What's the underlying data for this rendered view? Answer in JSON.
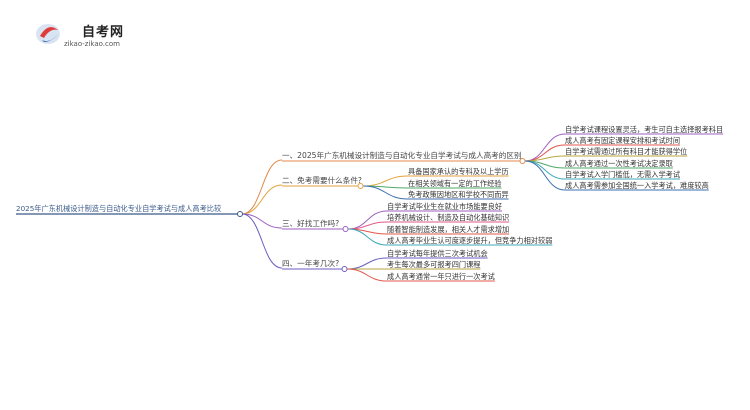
{
  "site": {
    "name": "自考网",
    "url": "zikao-zikao.com"
  },
  "root": "2025年广东机械设计制造与自动化专业自学考试与成人高考比较",
  "branches": [
    {
      "label": "一、2025年广东机械设计制造与自动化专业自学考试与成人高考的区别",
      "color": "#e08a4a",
      "leaves": [
        {
          "text": "自学考试课程设置灵活，考生可自主选择报考科目",
          "color": "#9b5fc0"
        },
        {
          "text": "成人高考有固定课程安排和考试时间",
          "color": "#e0574b"
        },
        {
          "text": "自学考试需通过所有科目才能获得学位",
          "color": "#b9a640"
        },
        {
          "text": "成人高考通过一次性考试决定录取",
          "color": "#4fa86b"
        },
        {
          "text": "自学考试入学门槛低，无需入学考试",
          "color": "#3ea8b8"
        },
        {
          "text": "成人高考需参加全国统一入学考试，难度较高",
          "color": "#3c6fb0"
        }
      ]
    },
    {
      "label": "二、免考需要什么条件?",
      "color": "#e2a23c",
      "leaves": [
        {
          "text": "具备国家承认的专科及以上学历",
          "color": "#e2a23c"
        },
        {
          "text": "在相关领域有一定的工作经验",
          "color": "#4fa86b"
        },
        {
          "text": "免考政策因地区和学校不同而异",
          "color": "#3c6fb0"
        }
      ]
    },
    {
      "label": "三、好找工作吗?",
      "color": "#9b5fc0",
      "leaves": [
        {
          "text": "自学考试毕业生在就业市场能要良好",
          "color": "#9b5fc0"
        },
        {
          "text": "培养机械设计、制造及自动化基础知识",
          "color": "#e05a8a"
        },
        {
          "text": "随着智能制造发展，相关人才需求增加",
          "color": "#e0574b"
        },
        {
          "text": "成人高考毕业生认可度逐步提升，但竞争力相对较弱",
          "color": "#3ea8b8"
        }
      ]
    },
    {
      "label": "四、一年考几次?",
      "color": "#6a5fc0",
      "leaves": [
        {
          "text": "自学考试每年提供三次考试机会",
          "color": "#6a5fc0"
        },
        {
          "text": "考生每次最多可报考四门课程",
          "color": "#b9a640"
        },
        {
          "text": "成人高考通常一年只进行一次考试",
          "color": "#e0574b"
        }
      ]
    }
  ]
}
